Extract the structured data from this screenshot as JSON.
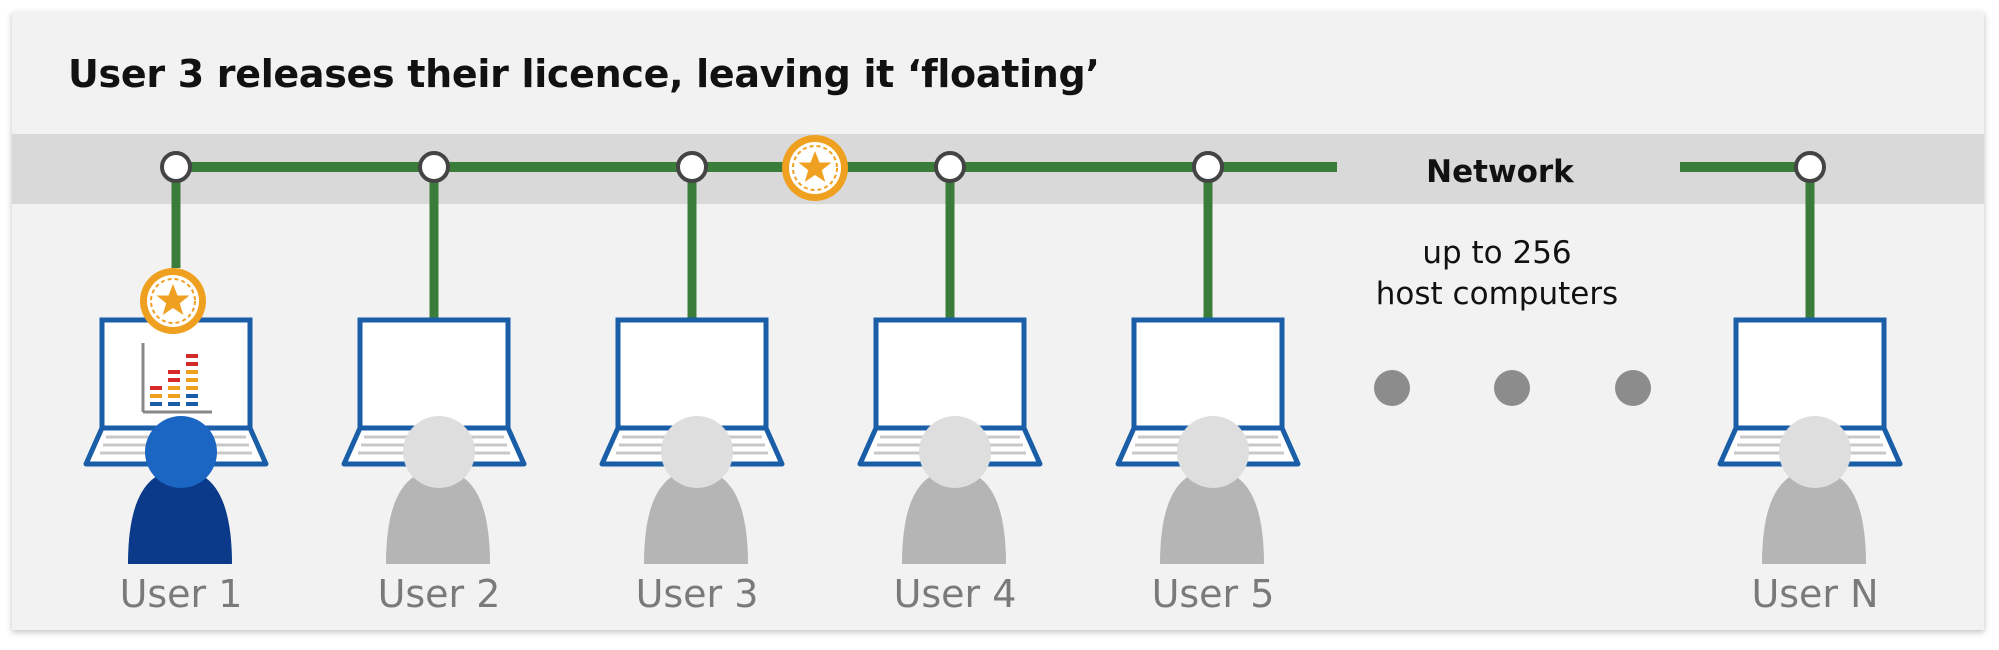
{
  "title": "User 3 releases their licence, leaving it ‘floating’",
  "network_label": "Network",
  "host_note_line1": "up to 256",
  "host_note_line2": "host computers",
  "users": [
    {
      "label": "User 1",
      "active": true,
      "has_licence": true
    },
    {
      "label": "User 2",
      "active": false,
      "has_licence": false
    },
    {
      "label": "User 3",
      "active": false,
      "has_licence": false
    },
    {
      "label": "User 4",
      "active": false,
      "has_licence": false
    },
    {
      "label": "User 5",
      "active": false,
      "has_licence": false
    },
    {
      "label": "User N",
      "active": false,
      "has_licence": false
    }
  ],
  "colors": {
    "network_line": "#3a7d3a",
    "laptop_outline": "#1a5ea8",
    "active_user": "#0b3a8a",
    "inactive_user": "#b5b5b5",
    "licence_token": "#f0a020"
  },
  "icons": [
    "laptop-icon",
    "user-icon",
    "licence-star-icon",
    "bar-chart-icon"
  ]
}
